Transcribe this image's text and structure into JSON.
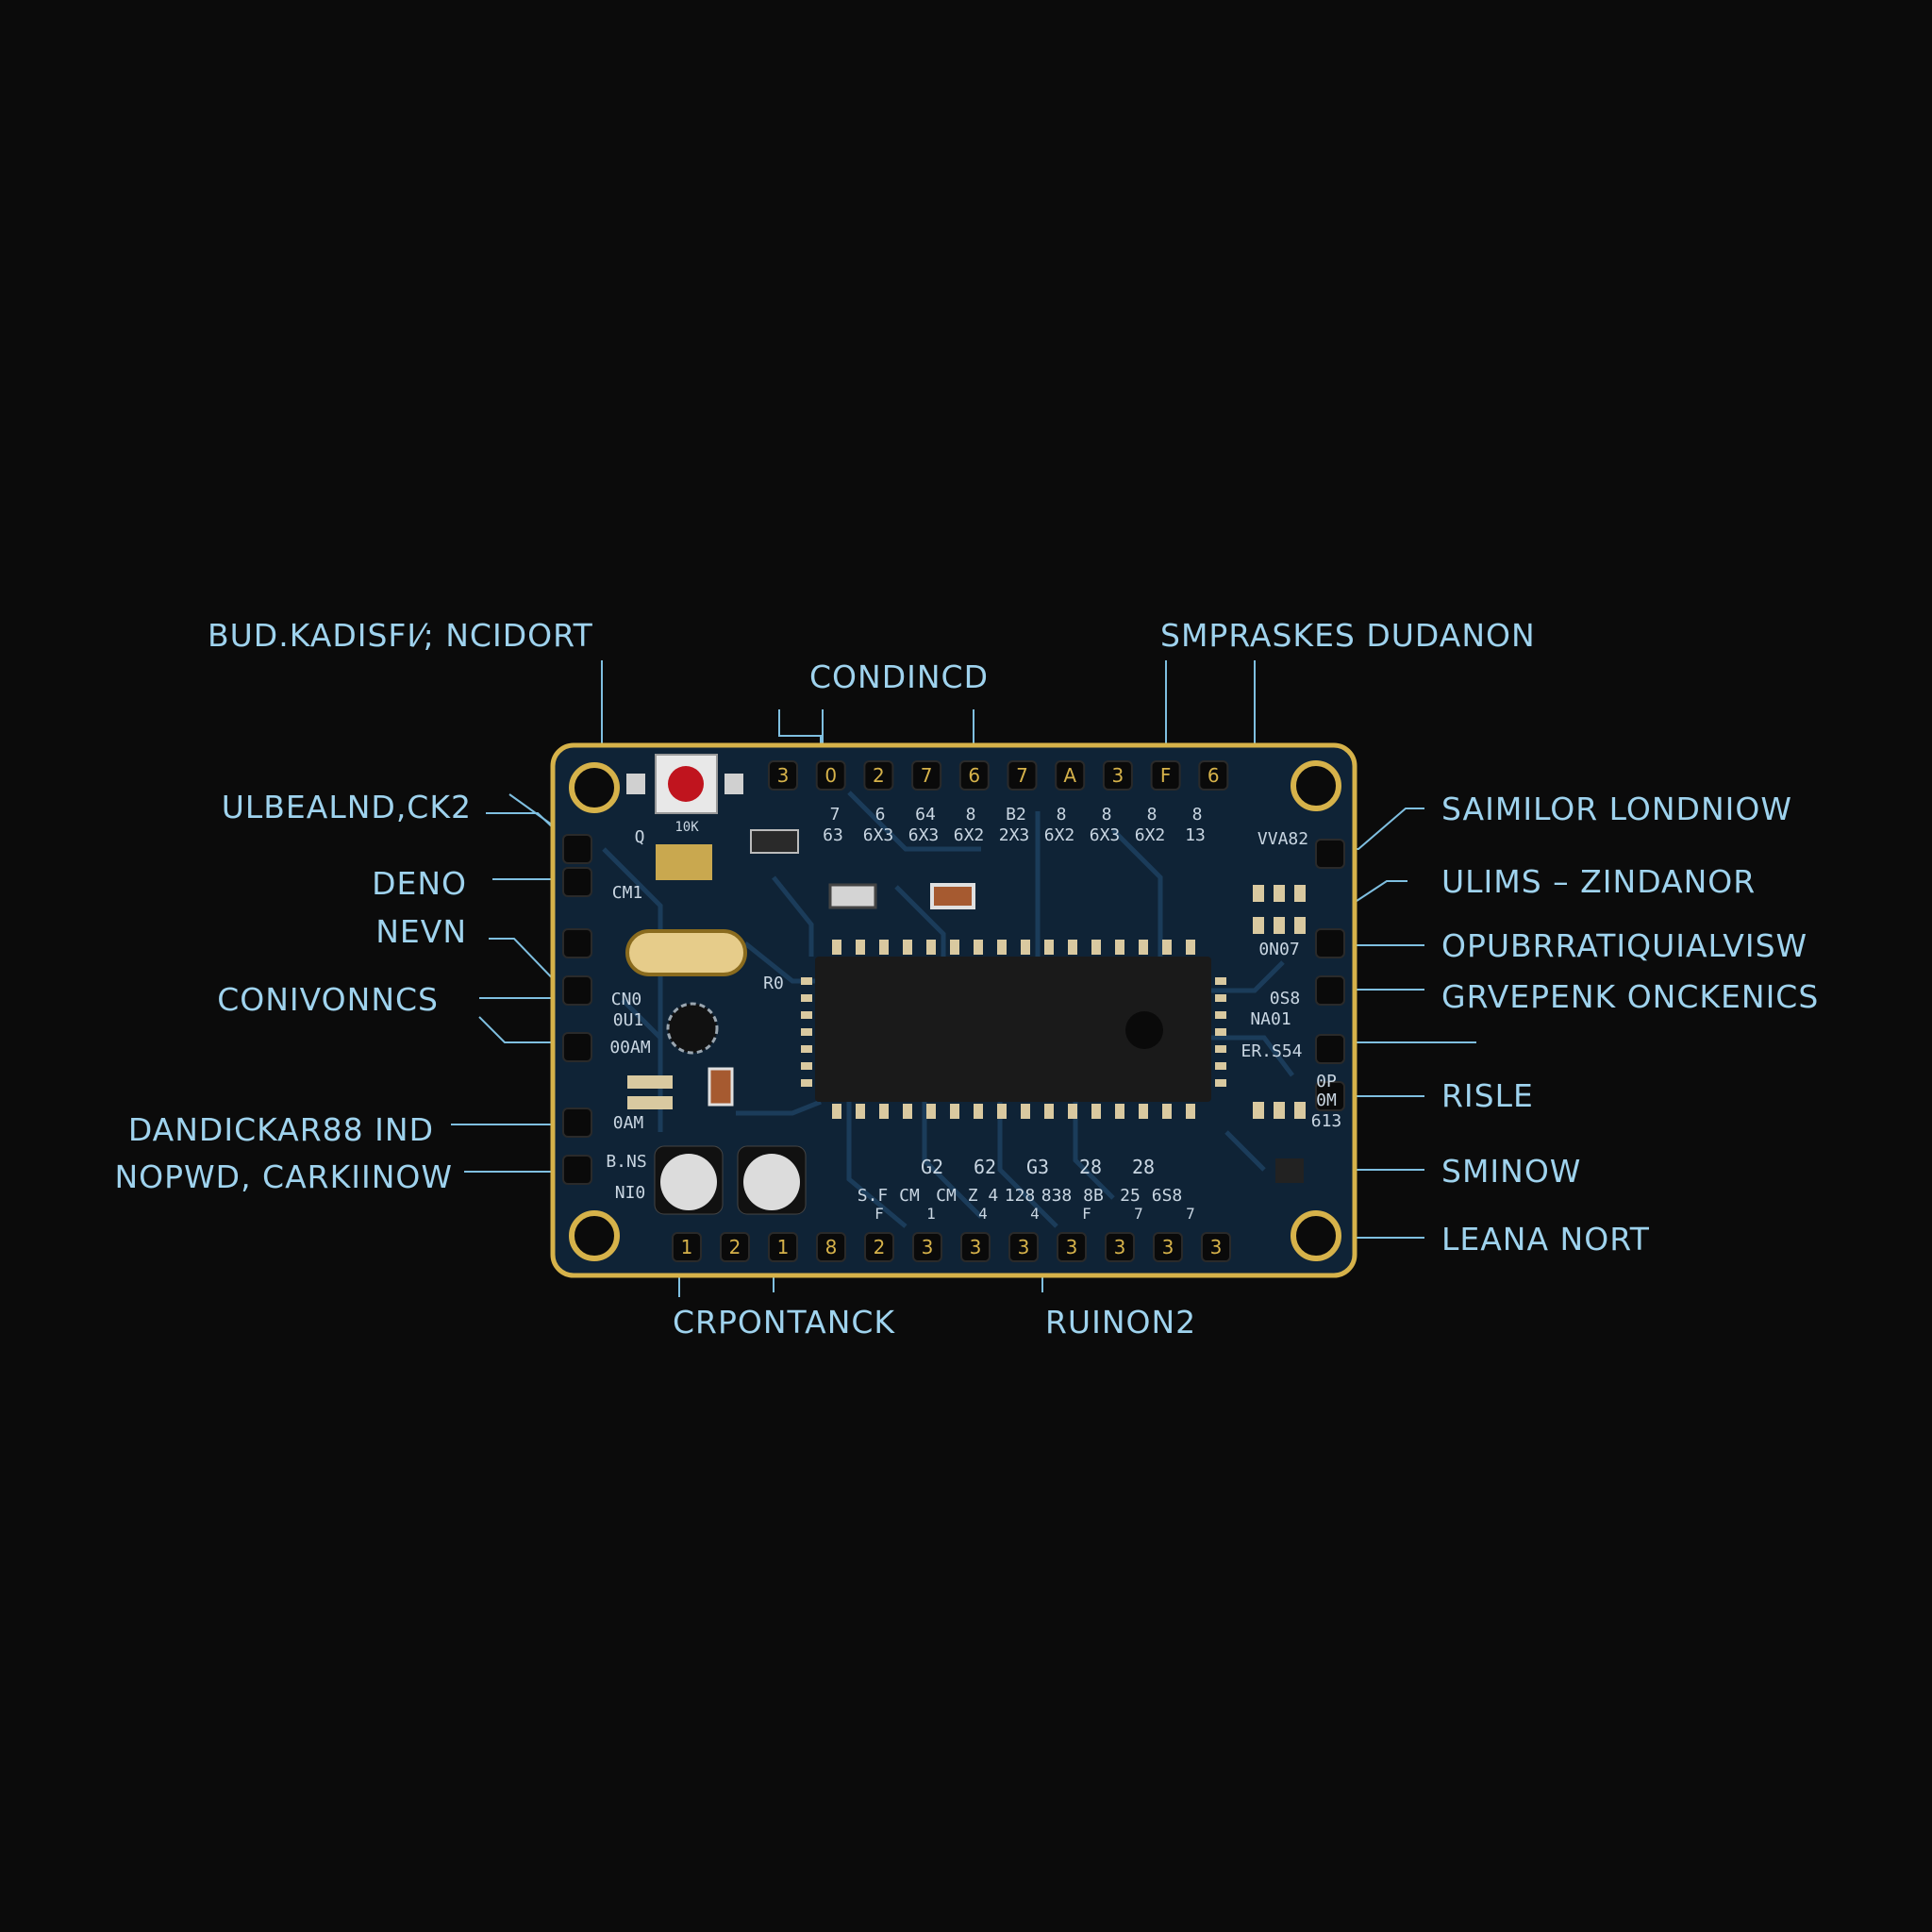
{
  "colors": {
    "background": "#0b0b0b",
    "board": "#0f2336",
    "board_edge": "#d6b24a",
    "label": "#9fd3ee",
    "leader": "#7fbfe0",
    "chip": "#1a1a1a",
    "silkscreen": "#c9d6e2",
    "trace": "#1b3c5a",
    "reset_button": "#c0141e"
  },
  "labels": {
    "top_left": "BUD.KADISFI⁄; NCIDORT",
    "top_center": "CONDINCD",
    "top_right": "SMPRASKES DUDANON",
    "left": [
      "ULBEALND,CK2",
      "DENO",
      "NEVN",
      "CONIVONNCS",
      "DANDICKAR88 IND",
      "NOPWD, CARKIINOW"
    ],
    "right": [
      "SAIMILOR LONDNIOW",
      "ULIMS – ZINDANOR",
      "OPUBRRATIQUIALVISW",
      "GRVEPENK ONCKENICS",
      "RISLE",
      "SMINOW",
      "LEANA NORT"
    ],
    "bottom": [
      "CRPONTANCK",
      "RUINON2"
    ]
  },
  "board": {
    "top_pins": [
      "3",
      "0",
      "2",
      "7",
      "6",
      "7",
      "A",
      "3",
      "F",
      "6"
    ],
    "bottom_pins": [
      "1",
      "2",
      "1",
      "8",
      "2",
      "3",
      "3",
      "3",
      "3",
      "3",
      "3",
      "3"
    ],
    "silk_top_row1": [
      "7",
      "6",
      "64",
      "8",
      "B2",
      "8",
      "8",
      "8",
      "8"
    ],
    "silk_top_row2": [
      "63",
      "6X3",
      "6X3",
      "6X2",
      "2X3",
      "6X2",
      "6X3",
      "6X2",
      "13"
    ],
    "silk_bottom_row1": [
      "G2",
      "62",
      "G3",
      "28",
      "28"
    ],
    "silk_bottom_row2": [
      "S.F",
      "CM",
      "CM",
      "Z 4",
      "128",
      "838",
      "8B",
      "25",
      "6S8"
    ],
    "silk_bottom_row3": [
      "F",
      "1",
      "4",
      "4",
      "F",
      "7",
      "7"
    ],
    "silk_left": [
      "Q",
      "CM1",
      "CN0",
      "0U1",
      "00AM",
      "0AM",
      "B.NS",
      "NI0"
    ],
    "silk_right": [
      "VVA82",
      "0N07",
      "0S8",
      "NA01",
      "ER.S54",
      "0P",
      "0M",
      "613"
    ],
    "silk_misc": [
      "10K",
      "R0"
    ]
  }
}
